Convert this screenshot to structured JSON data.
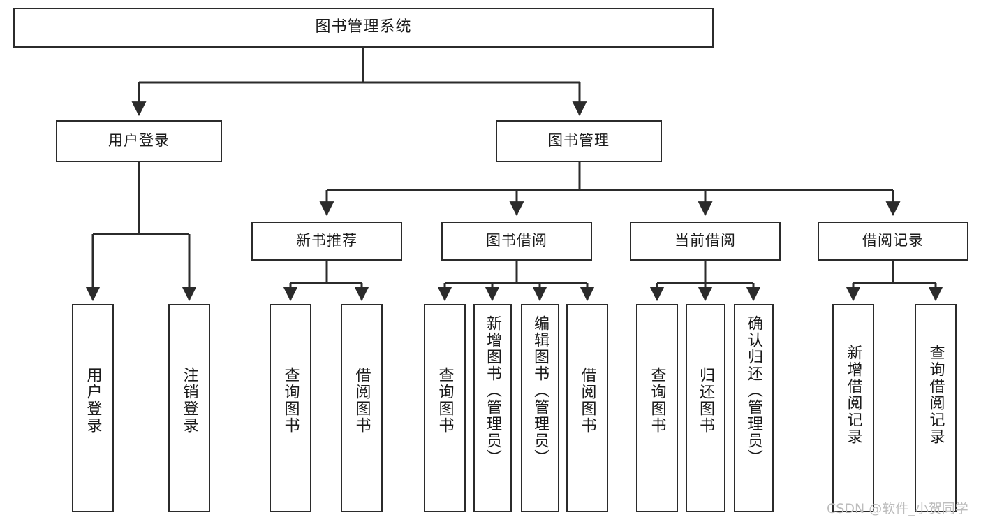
{
  "diagram": {
    "title": "图书管理系统",
    "watermark": "CSDN @软件_小贺同学",
    "stroke_color": "#2b2b2b",
    "fill_color": "#ffffff",
    "text_color": "#1a1a1a"
  },
  "levels": {
    "root": {
      "label": "图书管理系统"
    },
    "level2": [
      {
        "label": "用户登录"
      },
      {
        "label": "图书管理"
      }
    ],
    "level3": [
      {
        "label": "新书推荐"
      },
      {
        "label": "图书借阅"
      },
      {
        "label": "当前借阅"
      },
      {
        "label": "借阅记录"
      }
    ],
    "leaves": {
      "user_login": [
        {
          "label": "用户登录"
        },
        {
          "label": "注销登录"
        }
      ],
      "new_book": [
        {
          "label": "查询图书"
        },
        {
          "label": "借阅图书"
        }
      ],
      "book_borrow": [
        {
          "label": "查询图书"
        },
        {
          "label": "新增图书（管理员）"
        },
        {
          "label": "编辑图书（管理员）"
        },
        {
          "label": "借阅图书"
        }
      ],
      "current_borrow": [
        {
          "label": "查询图书"
        },
        {
          "label": "归还图书"
        },
        {
          "label": "确认归还（管理员）"
        }
      ],
      "borrow_record": [
        {
          "label": "新增借阅记录"
        },
        {
          "label": "查询借阅记录"
        }
      ]
    }
  }
}
